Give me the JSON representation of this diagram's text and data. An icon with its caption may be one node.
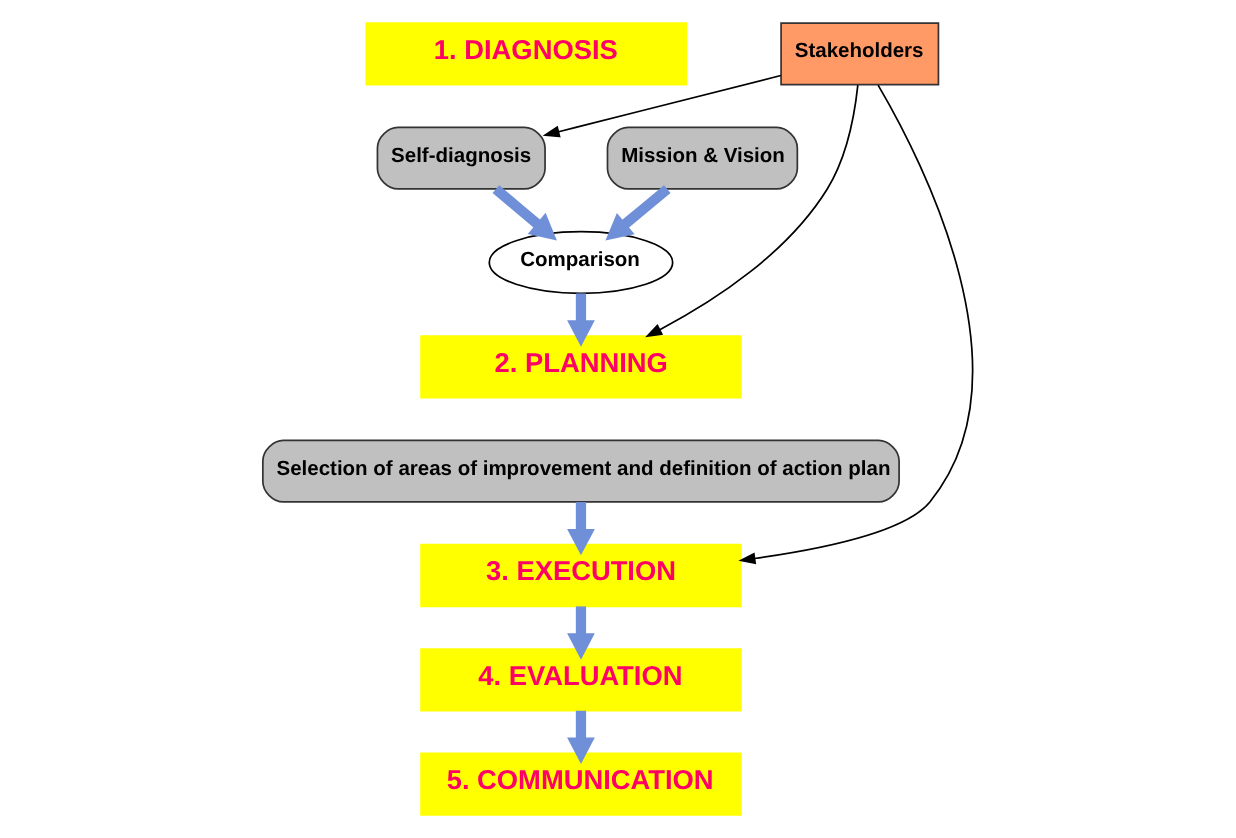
{
  "diagram": {
    "nodes": [
      {
        "text": [
          "1. DIAGNOSIS"
        ]
      },
      {
        "text": [
          "Self-diagnosis"
        ]
      },
      {
        "text": [
          "Mission & Vision"
        ]
      },
      {
        "text": [
          "Comparison"
        ]
      },
      {
        "text": [
          "Stakeholders"
        ]
      },
      {
        "text": [
          "2. PLANNING"
        ]
      },
      {
        "text": [
          "Selection of areas of improvement and definition of action plan"
        ]
      },
      {
        "text": [
          "3. EXECUTION"
        ]
      },
      {
        "text": [
          "4. EVALUATION"
        ]
      },
      {
        "text": [
          "5. COMMUNICATION"
        ]
      }
    ],
    "edges": [
      {
        "from": 1,
        "to": 3,
        "arrow": "to"
      },
      {
        "from": 2,
        "to": 3,
        "arrow": "to"
      },
      {
        "from": 3,
        "to": 5,
        "arrow": "to"
      },
      {
        "from": 6,
        "to": 7,
        "arrow": "to"
      },
      {
        "from": 7,
        "to": 8,
        "arrow": "to"
      },
      {
        "from": 8,
        "to": 9,
        "arrow": "to"
      },
      {
        "from": 4,
        "to": 1,
        "arrow": "to",
        "color": "#000000"
      },
      {
        "from": 4,
        "to": 5,
        "arrow": "to",
        "color": "#000000"
      },
      {
        "from": 4,
        "to": 7,
        "arrow": "to",
        "color": "#000000"
      }
    ]
  }
}
